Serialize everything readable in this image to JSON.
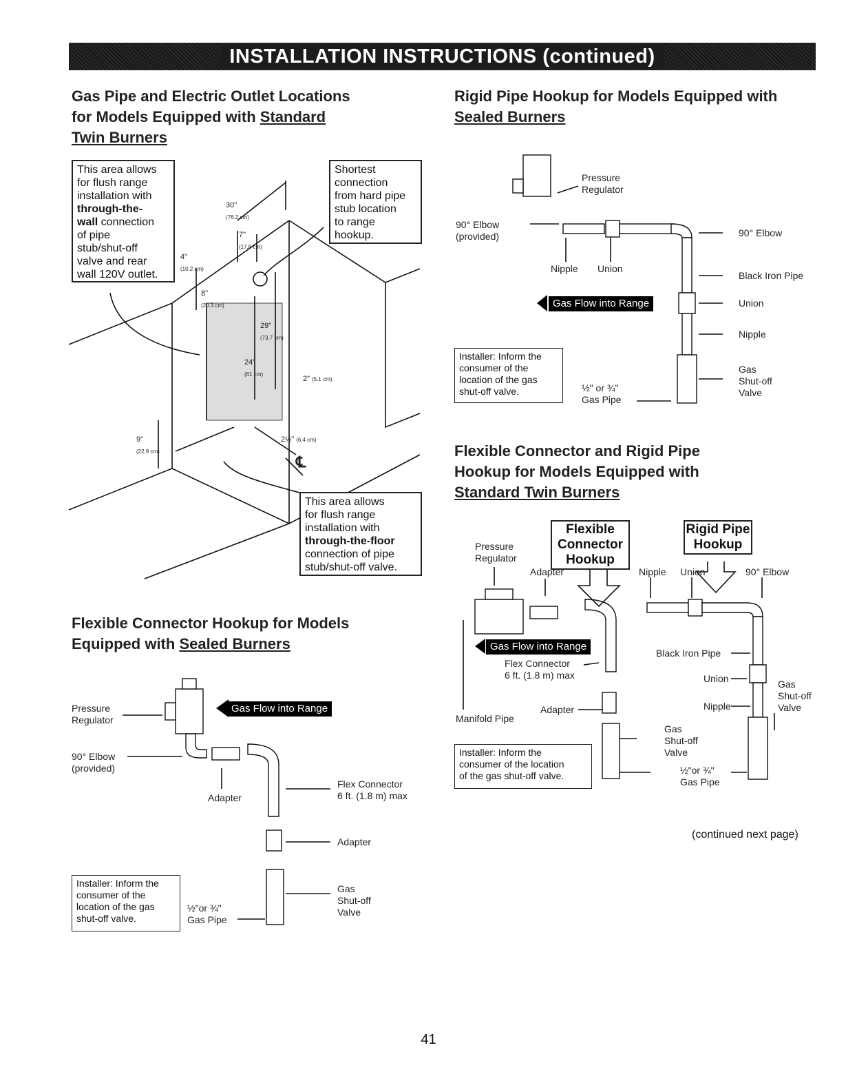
{
  "banner": "INSTALLATION INSTRUCTIONS (continued)",
  "sec1": {
    "title_a": "Gas Pipe and Electric Outlet Locations",
    "title_b": "for Models Equipped with ",
    "title_u1": "Standard",
    "title_u2": "Twin Burners",
    "callout_wall_a": "This area allows",
    "callout_wall_b": "for flush range",
    "callout_wall_c": "installation with",
    "callout_wall_d": "through-the-",
    "callout_wall_e": "wall",
    "callout_wall_f": " connection",
    "callout_wall_g": "of pipe",
    "callout_wall_h": "stub/shut-off",
    "callout_wall_i": "valve and rear",
    "callout_wall_j": "wall 120V outlet.",
    "callout_short_a": "Shortest",
    "callout_short_b": "connection",
    "callout_short_c": "from hard pipe",
    "callout_short_d": "stub location",
    "callout_short_e": "to range",
    "callout_short_f": "hookup.",
    "callout_floor_a": "This area allows",
    "callout_floor_b": "for flush range",
    "callout_floor_c": "installation with",
    "callout_floor_d": "through-the-floor",
    "callout_floor_e": "connection of pipe",
    "callout_floor_f": "stub/shut-off valve.",
    "dim_30": "30\"",
    "dim_30cm": "(76.2 cm)",
    "dim_7": "7\"",
    "dim_7cm": "(17.8 cm)",
    "dim_4": "4\"",
    "dim_4cm": "(10.2 cm)",
    "dim_8": "8\"",
    "dim_8cm": "(20.3 cm)",
    "dim_29": "29\"",
    "dim_29cm": "(73.7 cm)",
    "dim_24": "24\"",
    "dim_24cm": "(61 cm)",
    "dim_2": "2\"",
    "dim_2cm": "(5.1 cm)",
    "dim_9": "9\"",
    "dim_9cm": "(22.9 cm)",
    "dim_2h": "2½\"",
    "dim_2hcm": "(6.4 cm)",
    "centerline": "℄"
  },
  "sec2": {
    "title_a": "Rigid Pipe Hookup for Models Equipped with",
    "title_u": "Sealed Burners",
    "pressure": "Pressure",
    "regulator": "Regulator",
    "elbow_a": "90° Elbow",
    "provided": "(provided)",
    "nipple": "Nipple",
    "union": "Union",
    "elbow_b": "90° Elbow",
    "black_iron": "Black Iron Pipe",
    "union_b": "Union",
    "nipple_b": "Nipple",
    "gas": "Gas",
    "shutoff": "Shut-off",
    "valve": "Valve",
    "flow": "Gas Flow into Range",
    "size": "½\" or ¾\"",
    "gaspipe": "Gas Pipe",
    "inform_a": "Installer: Inform the",
    "inform_b": "consumer of the",
    "inform_c": "location of the gas",
    "inform_d": "shut-off valve."
  },
  "sec3": {
    "title_a": "Flexible Connector and Rigid Pipe",
    "title_b": "Hookup for Models Equipped with",
    "title_u": "Standard Twin Burners",
    "flex_a": "Flexible",
    "flex_b": "Connector",
    "flex_c": "Hookup",
    "rigid_a": "Rigid Pipe",
    "rigid_b": "Hookup",
    "pressure": "Pressure",
    "regulator": "Regulator",
    "adapter": "Adapter",
    "nipple": "Nipple",
    "union": "Union",
    "elbow": "90° Elbow",
    "flow": "Gas Flow into Range",
    "flexconn": "Flex Connector",
    "flexlen": "6 ft. (1.8 m) max",
    "black_iron": "Black Iron Pipe",
    "union_b": "Union",
    "nipple_b": "Nipple",
    "gas": "Gas",
    "shutoff": "Shut-off",
    "valve": "Valve",
    "adapter_b": "Adapter",
    "manifold": "Manifold Pipe",
    "gas2": "Gas",
    "shutoff2": "Shut-off",
    "valve2": "Valve",
    "size": "½\"or ¾\"",
    "gaspipe": "Gas Pipe",
    "inform_a": "Installer: Inform the",
    "inform_b": "consumer of the location",
    "inform_c": "of the gas shut-off valve."
  },
  "sec4": {
    "title_a": "Flexible Connector Hookup for Models",
    "title_b": "Equipped with ",
    "title_u": "Sealed Burners",
    "pressure": "Pressure",
    "regulator": "Regulator",
    "flow": "Gas Flow into Range",
    "elbow": "90° Elbow",
    "provided": "(provided)",
    "adapter": "Adapter",
    "flexconn": "Flex Connector",
    "flexlen": "6 ft. (1.8 m) max",
    "adapter_b": "Adapter",
    "gas": "Gas",
    "shutoff": "Shut-off",
    "valve": "Valve",
    "size": "½\"or ¾\"",
    "gaspipe": "Gas Pipe",
    "inform_a": "Installer: Inform the",
    "inform_b": "consumer of the",
    "inform_c": "location of the gas",
    "inform_d": "shut-off valve."
  },
  "continued": "(continued next page)",
  "page_number": "41"
}
